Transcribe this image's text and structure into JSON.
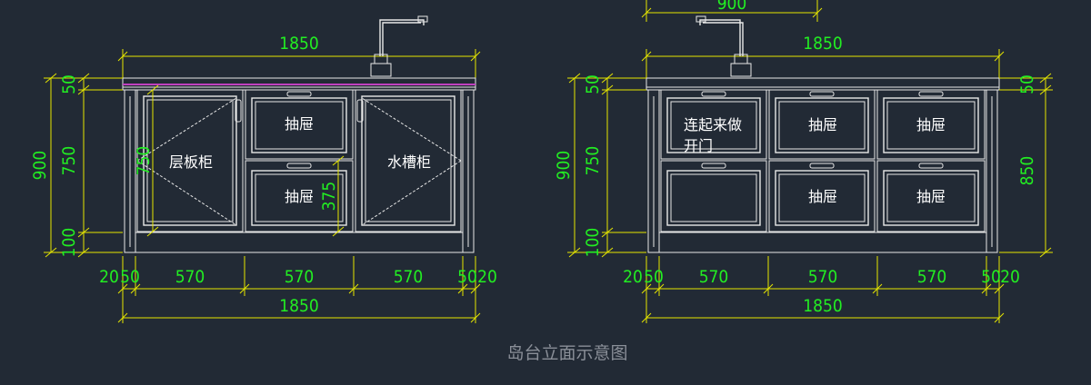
{
  "caption": "岛台立面示意图",
  "left_view": {
    "width_top": "1850",
    "width_bottom": "1850",
    "height_total": "900",
    "height_top": "50",
    "height_mid": "750",
    "height_bottom": "100",
    "door_height": "750",
    "drawer_height": "375",
    "segments": [
      "20",
      "50",
      "570",
      "570",
      "570",
      "50",
      "20"
    ],
    "labels": {
      "shelf_cabinet": "层板柜",
      "drawer_top": "抽屉",
      "drawer_bottom": "抽屉",
      "sink_cabinet": "水槽柜"
    }
  },
  "right_view": {
    "top_partial": "900",
    "width_top": "1850",
    "width_bottom": "1850",
    "height_total": "900",
    "height_top": "50",
    "height_mid": "750",
    "height_bottom": "100",
    "height_right_top": "50",
    "height_right": "850",
    "segments": [
      "20",
      "50",
      "570",
      "570",
      "570",
      "50",
      "20"
    ],
    "labels": {
      "combined_door_line1": "连起来做",
      "combined_door_line2": "开门",
      "drawer_1": "抽屉",
      "drawer_2": "抽屉",
      "drawer_3": "抽屉",
      "drawer_4": "抽屉"
    }
  },
  "colors": {
    "background": "#222a35",
    "dimension": "#22ee22",
    "extension_line": "#e6e600",
    "outline": "#e8e8e8",
    "countertop_accent": "#c040c0",
    "caption": "#8a8f98"
  }
}
